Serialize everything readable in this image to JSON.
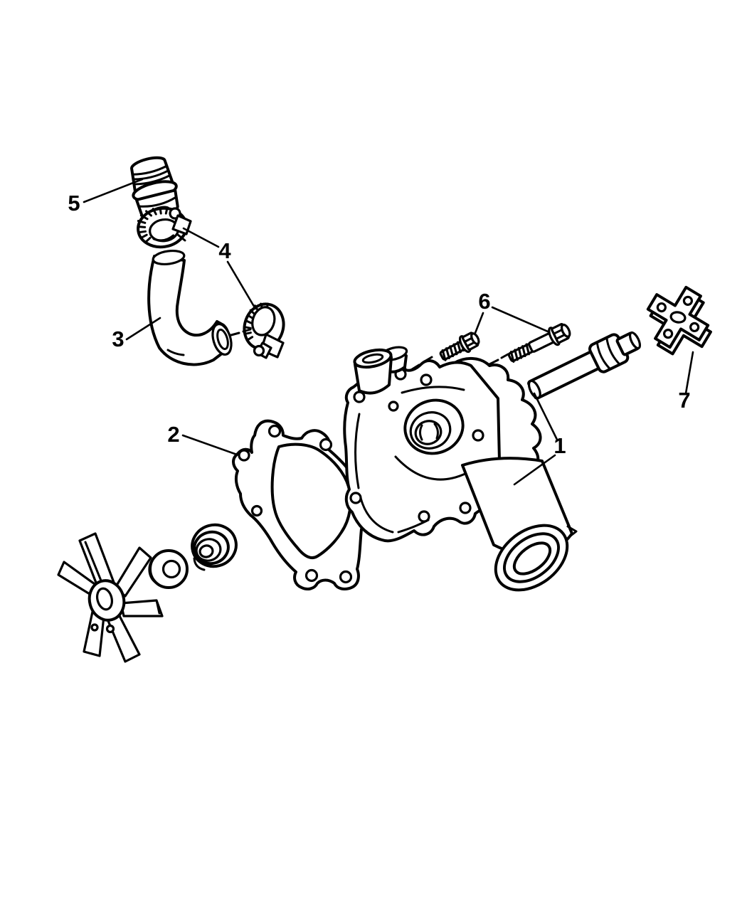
{
  "diagram": {
    "kind": "exploded-parts-diagram",
    "ink_color": "#000000",
    "paper_color": "#ffffff",
    "callouts": [
      {
        "label": "1",
        "part": "water-pump-assembly"
      },
      {
        "label": "2",
        "part": "gasket"
      },
      {
        "label": "3",
        "part": "bypass-hose"
      },
      {
        "label": "4",
        "part": "hose-clamps"
      },
      {
        "label": "5",
        "part": "hose-fitting"
      },
      {
        "label": "6",
        "part": "mounting-bolts"
      },
      {
        "label": "7",
        "part": "pulley-hub-flange"
      }
    ]
  }
}
